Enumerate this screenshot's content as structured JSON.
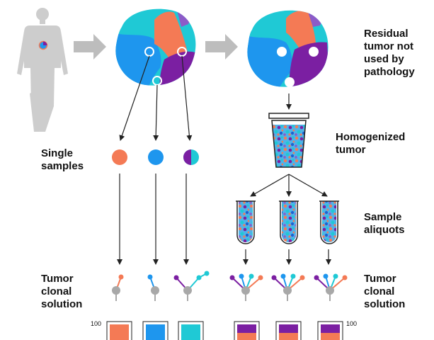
{
  "labels": {
    "residual": "Residual\ntumor not\nused by\npathology",
    "homogenized": "Homogenized\ntumor",
    "single_samples": "Single\nsamples",
    "sample_aliquots": "Sample\naliquots",
    "clonal_left": "Tumor\nclonal\nsolution",
    "clonal_right": "Tumor\nclonal\nsolution"
  },
  "axis": {
    "left_max": "100",
    "right_max": "100"
  },
  "colors": {
    "orange": "#F47A55",
    "blue": "#1E96EE",
    "cyan": "#1FC9D5",
    "purple": "#7B1FA2",
    "violet": "#8C5BC8",
    "gray_node": "#A8A8A8",
    "arrow_gray": "#BDBDBD",
    "body_gray": "#CDCDCD",
    "line": "#222222"
  }
}
